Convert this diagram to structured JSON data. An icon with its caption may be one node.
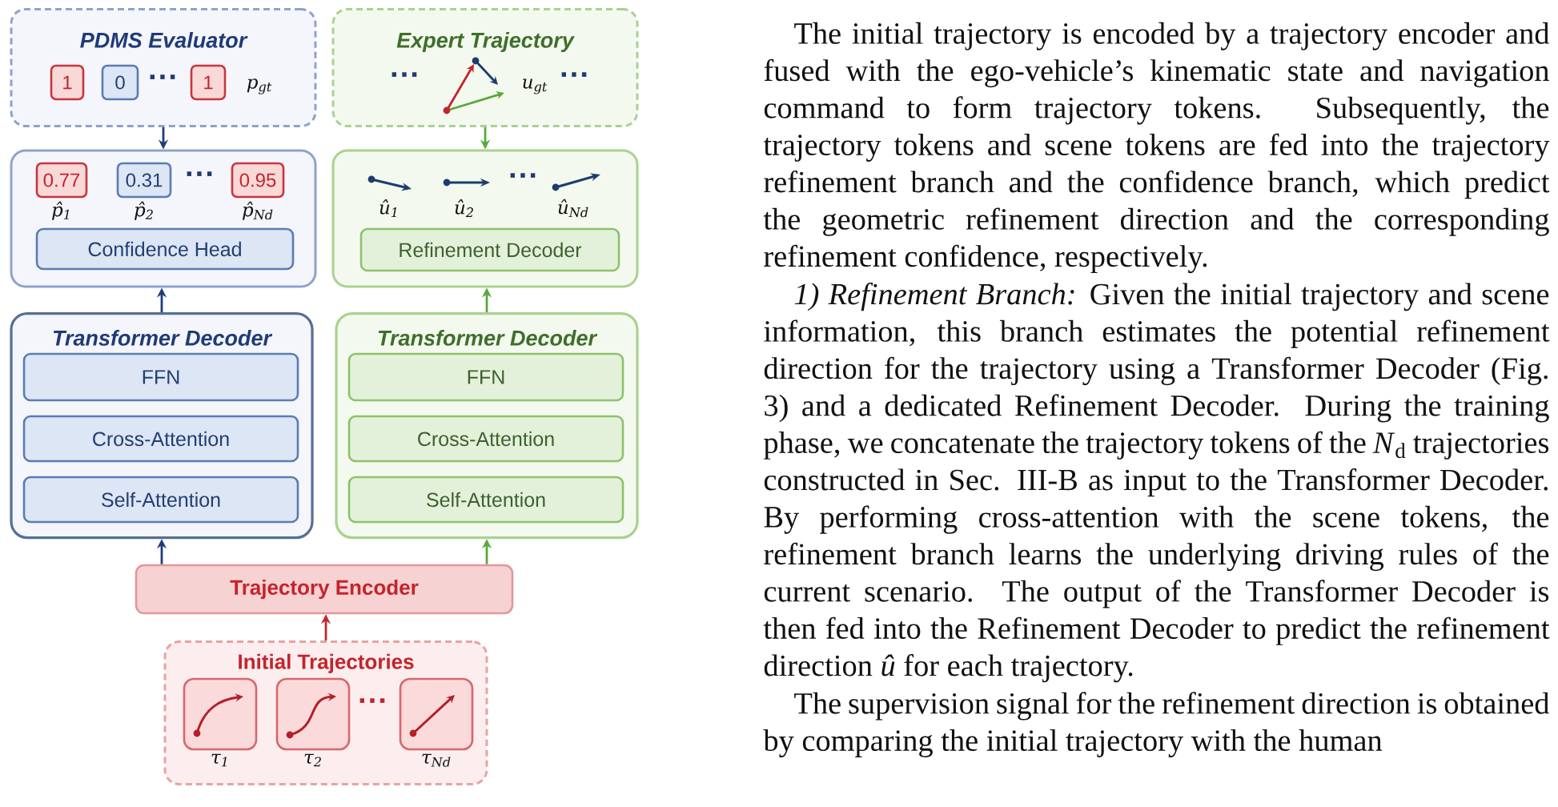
{
  "diagram": {
    "nodes": [
      {
        "text": [
          "PDMS Evaluator"
        ]
      },
      {
        "text": [
          "1"
        ],
        "in": 0
      },
      {
        "text": [
          "0"
        ],
        "in": 0
      },
      {
        "text": [
          "1"
        ],
        "in": 0
      },
      {
        "text": [
          "Expert Trajectory"
        ]
      },
      {
        "text": [],
        "shape": "box"
      },
      {
        "text": [
          "0.77"
        ],
        "in": 5,
        "beside": [
          "p̂$_{1}$"
        ]
      },
      {
        "text": [
          "0.31"
        ],
        "in": 5,
        "beside": [
          "p̂$_{2}$"
        ]
      },
      {
        "text": [
          "0.95"
        ],
        "in": 5,
        "beside": [
          "p̂$_{Nd}$"
        ]
      },
      {
        "text": [
          "Confidence Head"
        ],
        "in": 5
      },
      {
        "text": [],
        "shape": "box"
      },
      {
        "text": [
          "Refinement Decoder"
        ],
        "in": 10
      },
      {
        "text": [
          "Transformer Decoder"
        ]
      },
      {
        "text": [
          "FFN"
        ],
        "in": 12
      },
      {
        "text": [
          "Cross-Attention"
        ],
        "in": 12
      },
      {
        "text": [
          "Self-Attention"
        ],
        "in": 12
      },
      {
        "text": [
          "Transformer Decoder"
        ]
      },
      {
        "text": [
          "FFN"
        ],
        "in": 16
      },
      {
        "text": [
          "Cross-Attention"
        ],
        "in": 16
      },
      {
        "text": [
          "Self-Attention"
        ],
        "in": 16
      },
      {
        "text": [
          "Trajectory Encoder"
        ]
      },
      {
        "text": [
          "Initial Trajectories"
        ]
      },
      {
        "text": [],
        "shape": "box",
        "in": 21,
        "beside": [
          "τ$_{1}$"
        ]
      },
      {
        "text": [],
        "shape": "box",
        "in": 21,
        "beside": [
          "τ$_{2}$"
        ]
      },
      {
        "text": [],
        "shape": "box",
        "in": 21,
        "beside": [
          "τ$_{Nd}$"
        ]
      }
    ],
    "edges": [
      {
        "from": 21,
        "to": 20,
        "arrow": "to",
        "color": "#c0282d"
      },
      {
        "from": 20,
        "to": 12,
        "arrow": "to",
        "color": "#1f3d7a"
      },
      {
        "from": 20,
        "to": 16,
        "arrow": "to",
        "color": "#5aa83c"
      },
      {
        "from": 12,
        "to": 5,
        "arrow": "to",
        "color": "#1f3d7a"
      },
      {
        "from": 16,
        "to": 10,
        "arrow": "to",
        "color": "#5aa83c"
      },
      {
        "from": 0,
        "to": 5,
        "arrow": "to",
        "color": "#1f3d7a"
      },
      {
        "from": 4,
        "to": 10,
        "arrow": "to",
        "color": "#5aa83c"
      }
    ],
    "labels": [
      "···",
      "p$_{gt}$",
      "···",
      "u$_{gt}$",
      "···",
      "···",
      "û$_{1}$",
      "û$_{2}$",
      "···",
      "û$_{Nd}$",
      "···",
      "The initial trajectory is encoded by a trajectory encoder and fused with the ego-vehicle’s kinematic state and navigation command to form trajectory tokens. Subsequently, the trajectory tokens and scene tokens are fed into the trajectory refinement branch and the confidence branch, which predict the geometric refinement direction and the corresponding refinement confidence, respectively.",
      "*1) Refinement Branch:* Given the initial trajectory and scene information, this branch estimates the potential refinement direction for the trajectory using a Transformer Decoder (Fig. 3) and a dedicated Refinement Decoder. During the training phase, we concatenate the trajectory tokens of the *N*$_{d}$ trajectories constructed in Sec. III-B as input to the Transformer Decoder. By performing cross-attention with the scene tokens, the refinement branch learns the underlying driving rules of the current scenario. The output of the Transformer Decoder is then fed into the Refinement Decoder to predict the refinement direction *û* for each trajectory.",
      "The supervision signal for the refinement direction is obtained by comparing the initial trajectory with the human"
    ]
  }
}
